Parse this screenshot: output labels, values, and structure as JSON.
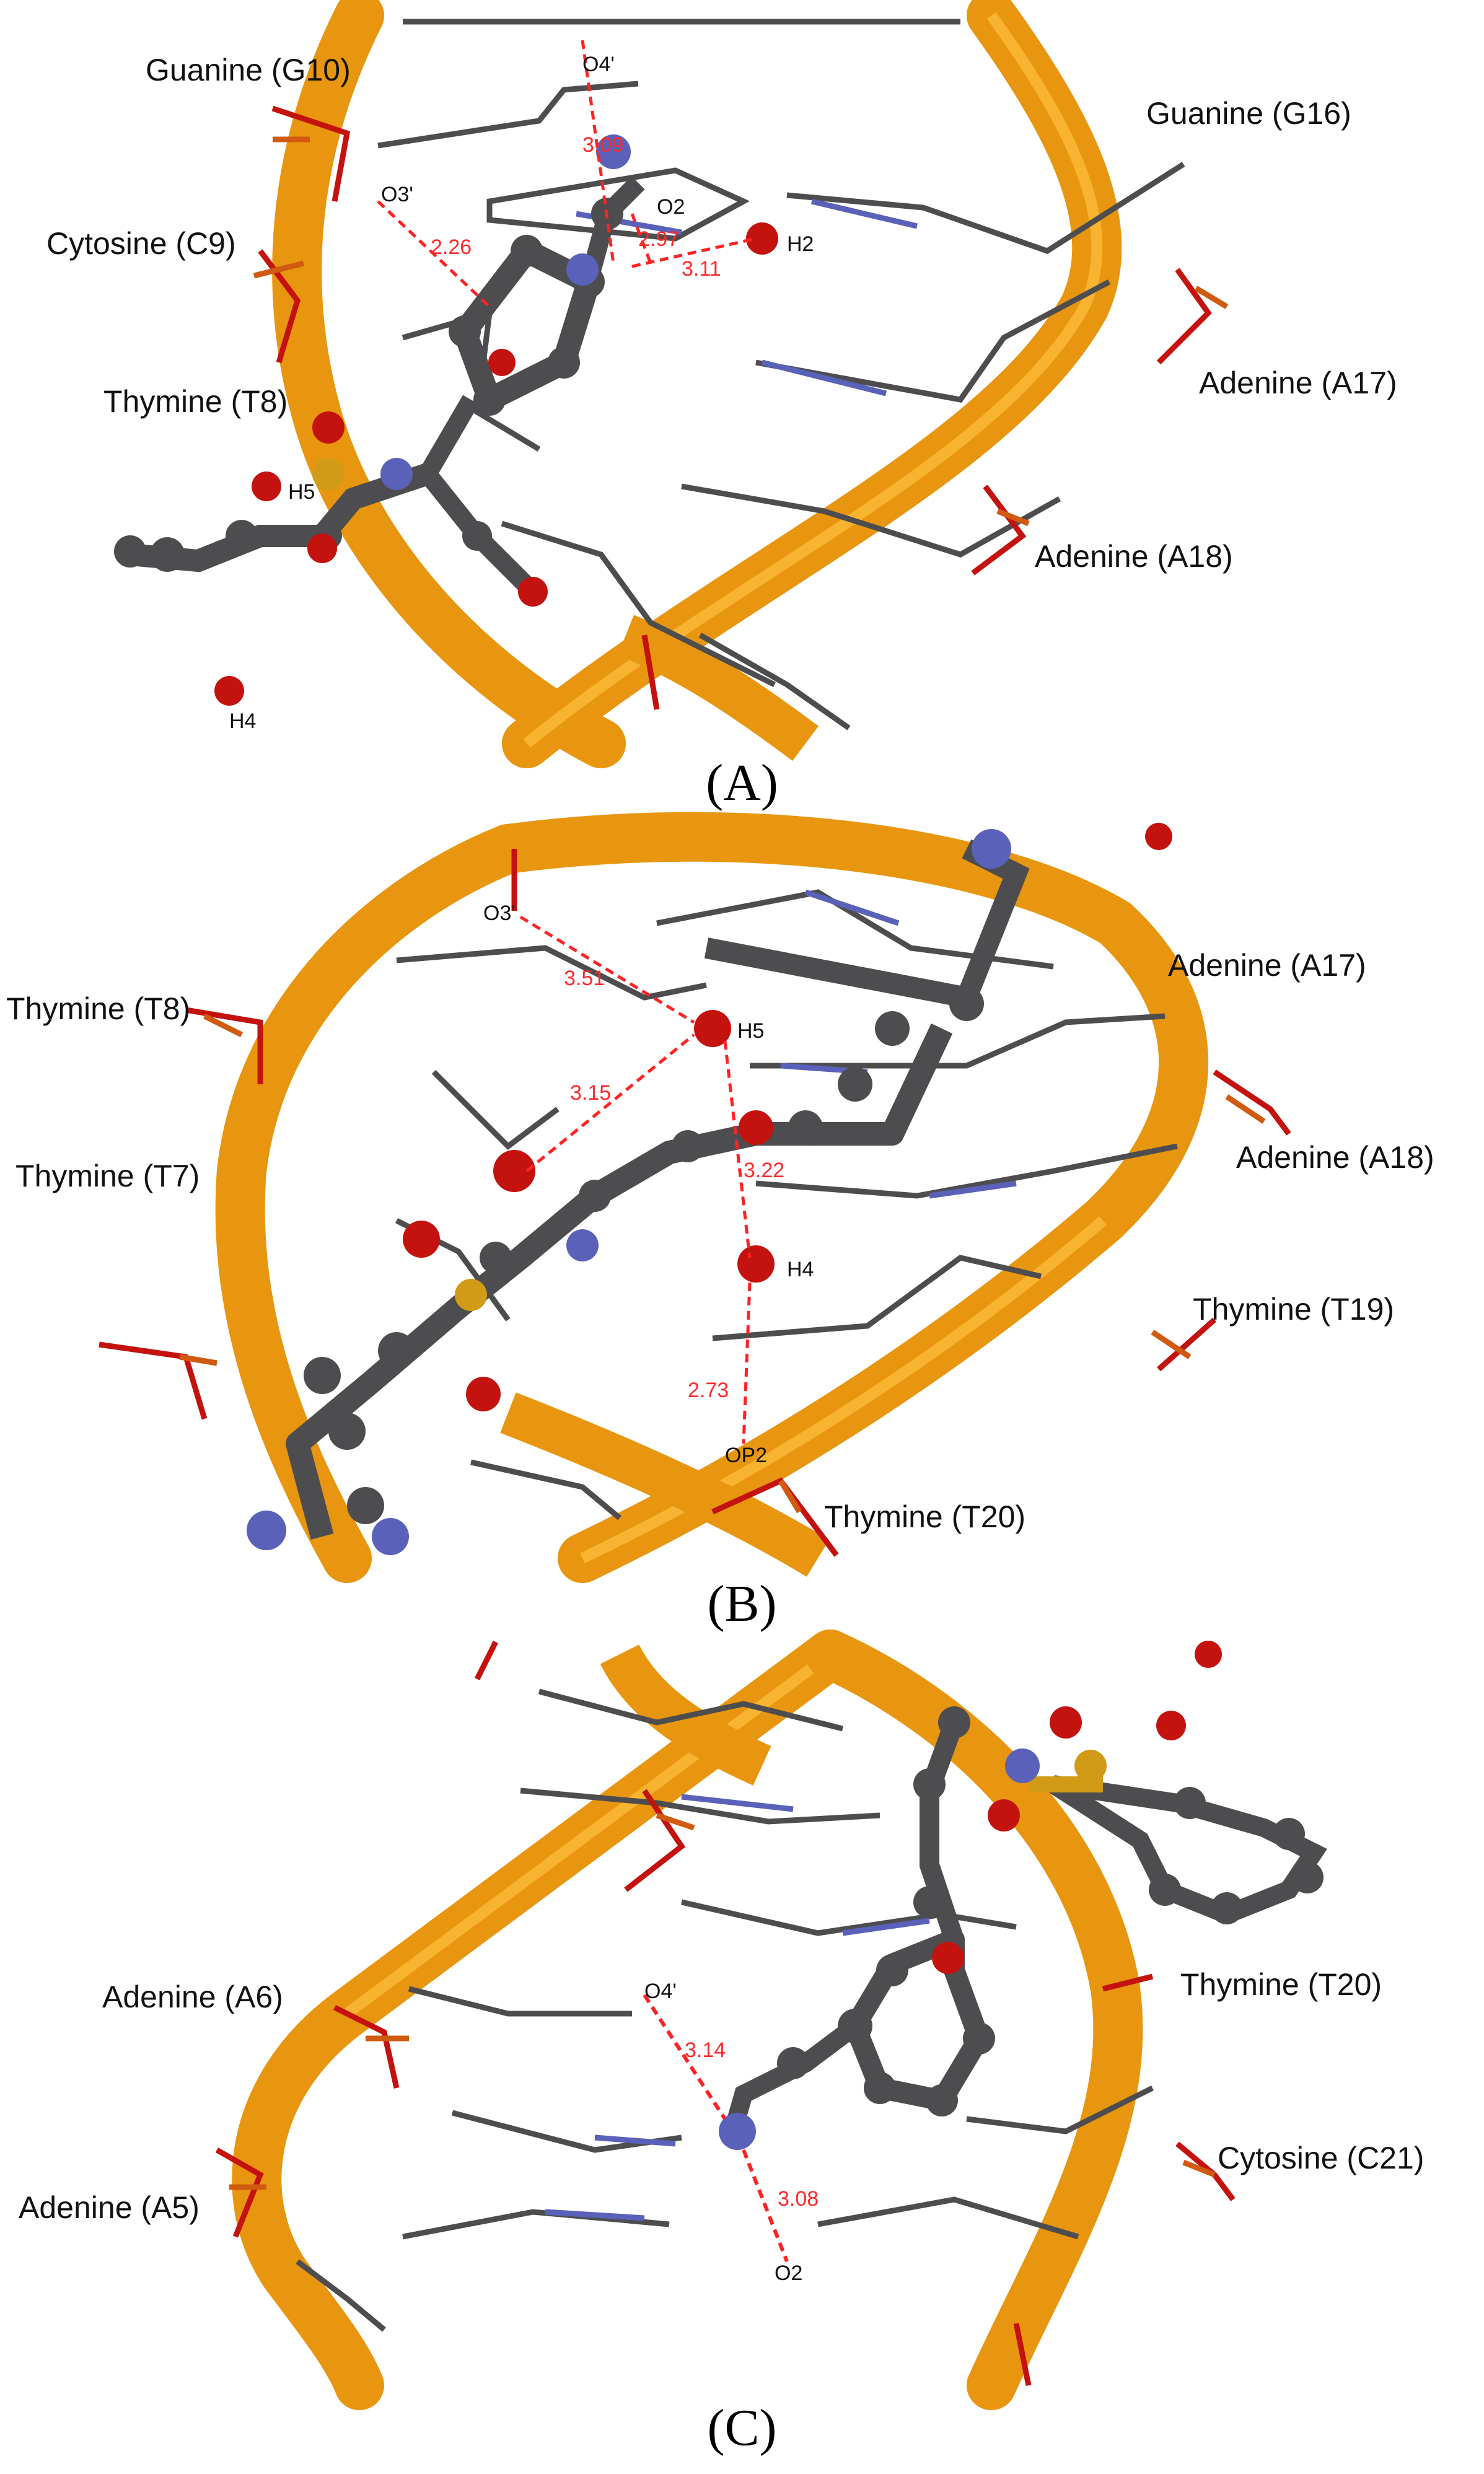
{
  "colors": {
    "backbone": "#e8960f",
    "backbone_light": "#ffbf3f",
    "carbon": "#4d4d4f",
    "nitrogen": "#5a61b8",
    "oxygen": "#c4120e",
    "sulfur": "#d19a17",
    "phosphorus": "#d05a10",
    "hbond": "#ff2222"
  },
  "panels": [
    {
      "caption": "(A)",
      "residue_labels": [
        "Guanine (G10)",
        "Cytosine (C9)",
        "Thymine (T8)",
        "Guanine (G16)",
        "Adenine (A17)",
        "Adenine (A18)"
      ],
      "atom_labels": [
        "O4'",
        "O3'",
        "O2",
        "H2",
        "H5",
        "H4"
      ],
      "distances": [
        "3.09",
        "2.26",
        "2.97",
        "3.11"
      ]
    },
    {
      "caption": "(B)",
      "residue_labels": [
        "Thymine (T8)",
        "Thymine (T7)",
        "Adenine (A17)",
        "Adenine (A18)",
        "Thymine (T19)",
        "Thymine (T20)"
      ],
      "atom_labels": [
        "O3'",
        "H5",
        "H4",
        "OP2"
      ],
      "distances": [
        "3.51",
        "3.15",
        "3.22",
        "2.73"
      ]
    },
    {
      "caption": "(C)",
      "residue_labels": [
        "Adenine (A6)",
        "Adenine (A5)",
        "Thymine (T20)",
        "Cytosine (C21)"
      ],
      "atom_labels": [
        "O4'",
        "O2"
      ],
      "distances": [
        "3.14",
        "3.08"
      ]
    }
  ]
}
